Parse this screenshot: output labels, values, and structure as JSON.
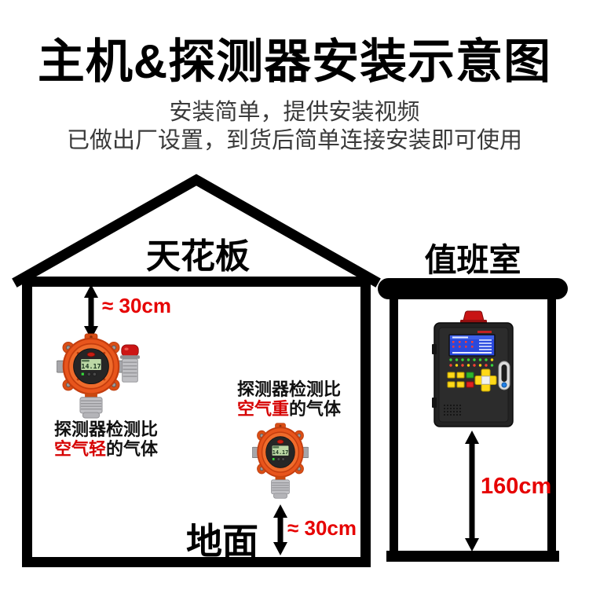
{
  "header": {
    "title": "主机&探测器安装示意图",
    "subtitle_line1": "安装简单，提供安装视频",
    "subtitle_line2": "已做出厂设置，到货后简单连接安装即可使用"
  },
  "room": {
    "ceiling_label": "天花板",
    "ground_label": "地面",
    "ceiling_clearance": "≈ 30cm",
    "floor_clearance": "≈ 30cm"
  },
  "duty_room": {
    "label": "值班室",
    "mount_height": "160cm"
  },
  "detectors": {
    "lcd_reading": "14.17",
    "light_gas_caption": {
      "line1": "探测器检测比",
      "highlight": "空气轻",
      "suffix": "的气体"
    },
    "heavy_gas_caption": {
      "line1": "探测器检测比",
      "highlight": "空气重",
      "suffix": "的气体"
    }
  },
  "colors": {
    "accent_red": "#e60000",
    "detector_orange": "#e8551c",
    "structure_black": "#000000",
    "panel_screen_blue": "#2a49dd",
    "lcd_green": "#bcd8a6"
  }
}
